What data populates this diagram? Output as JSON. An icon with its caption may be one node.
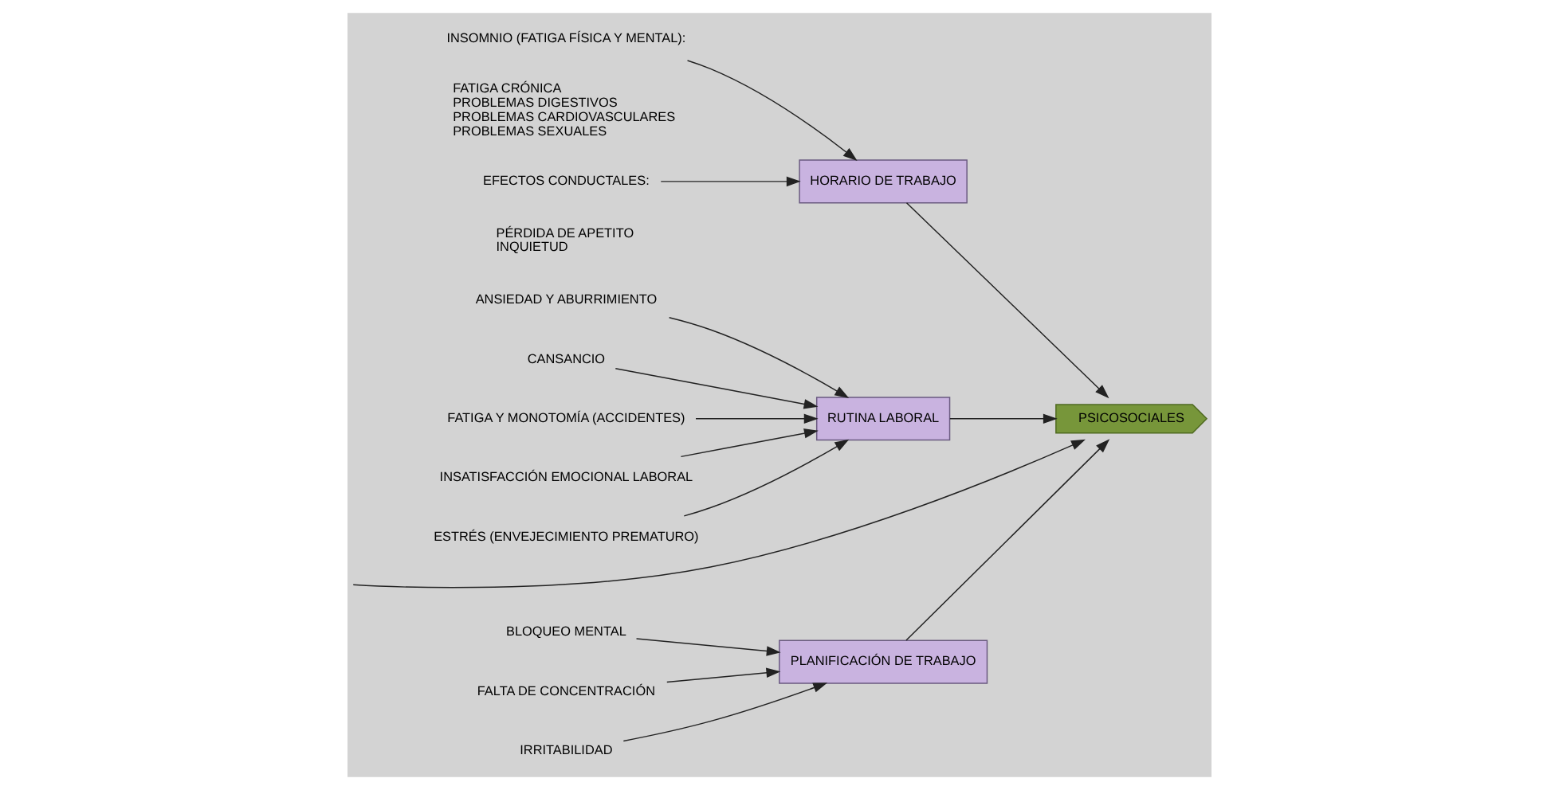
{
  "diagram": {
    "nodes": [
      {
        "text": [
          "PLANIFICACIÓN DE TRABAJO"
        ]
      },
      {
        "text": [
          "HORARIO DE TRABAJO"
        ]
      },
      {
        "text": [
          "RUTINA LABORAL"
        ]
      },
      {
        "text": [
          "PSICOSOCIALES"
        ]
      },
      {
        "text": [
          "BLOQUEO MENTAL"
        ]
      },
      {
        "text": [
          "FALTA DE CONCENTRACIÓN"
        ]
      },
      {
        "text": [
          "IRRITABILIDAD"
        ]
      },
      {
        "text": [
          "INSOMNIO (FATIGA FÍSICA Y MENTAL):"
        ],
        "beside": [
          "FATIGA CRÓNICA",
          "PROBLEMAS DIGESTIVOS",
          "PROBLEMAS CARDIOVASCULARES",
          "PROBLEMAS SEXUALES"
        ]
      },
      {
        "text": [
          "EFECTOS CONDUCTALES:"
        ],
        "beside": [
          "PÉRDIDA DE APETITO",
          "INQUIETUD"
        ]
      },
      {
        "text": [
          "ANSIEDAD Y ABURRIMIENTO"
        ]
      },
      {
        "text": [
          "CANSANCIO"
        ]
      },
      {
        "text": [
          "FATIGA Y MONOTOMÍA (ACCIDENTES)"
        ]
      },
      {
        "text": [
          "INSATISFACCIÓN EMOCIONAL LABORAL"
        ]
      },
      {
        "text": [
          "ESTRÉS (ENVEJECIMIENTO PREMATURO)"
        ]
      }
    ],
    "edges": [
      {
        "from": null,
        "to": 3,
        "arrow": "to"
      },
      {
        "from": 0,
        "to": 3,
        "arrow": "to"
      },
      {
        "from": 1,
        "to": 3,
        "arrow": "to"
      },
      {
        "from": 2,
        "to": 3,
        "arrow": "to"
      },
      {
        "from": 4,
        "to": 0,
        "arrow": "to"
      },
      {
        "from": 5,
        "to": 0,
        "arrow": "to"
      },
      {
        "from": 6,
        "to": 0,
        "arrow": "to"
      },
      {
        "from": 7,
        "to": 1,
        "arrow": "to"
      },
      {
        "from": 8,
        "to": 1,
        "arrow": "to"
      },
      {
        "from": 9,
        "to": 2,
        "arrow": "to"
      },
      {
        "from": 10,
        "to": 2,
        "arrow": "to"
      },
      {
        "from": 11,
        "to": 2,
        "arrow": "to"
      },
      {
        "from": 12,
        "to": 2,
        "arrow": "to"
      },
      {
        "from": 13,
        "to": 2,
        "arrow": "to"
      }
    ]
  }
}
